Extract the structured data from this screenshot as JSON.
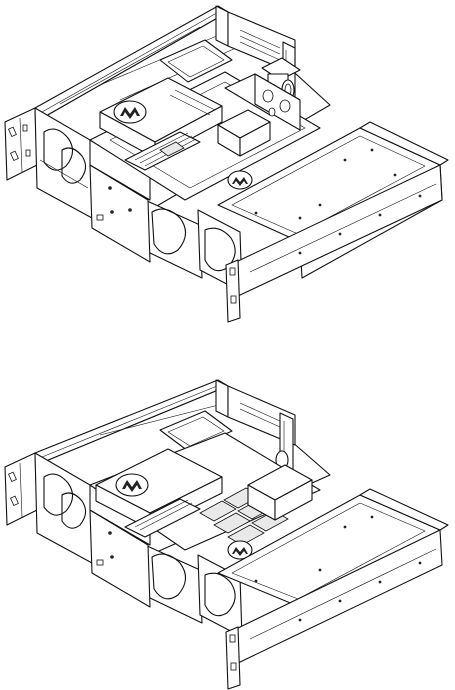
{
  "figure": {
    "views": [
      {
        "id": "assembly-view-1"
      },
      {
        "id": "assembly-view-2"
      }
    ],
    "line_color": "#111111",
    "background": "#ffffff",
    "logo": "motorola-batwing-emblem"
  }
}
